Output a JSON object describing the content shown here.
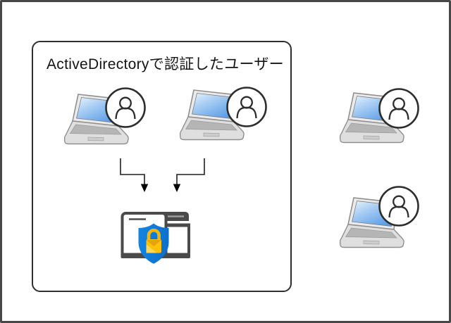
{
  "diagram": {
    "group_box": {
      "label": "ActiveDirectoryで認証したユーザー"
    },
    "nodes": {
      "authenticated_users": [
        {
          "id": "ad-user-1",
          "icon": "laptop-user-icon"
        },
        {
          "id": "ad-user-2",
          "icon": "laptop-user-icon"
        }
      ],
      "external_users": [
        {
          "id": "external-user-1",
          "icon": "laptop-user-icon"
        },
        {
          "id": "external-user-2",
          "icon": "laptop-user-icon"
        }
      ],
      "target": {
        "id": "protected-browser",
        "icon": "browser-shield-lock-icon"
      }
    },
    "edges": [
      {
        "from": "ad-user-1",
        "to": "protected-browser",
        "type": "elbow-arrow"
      },
      {
        "from": "ad-user-2",
        "to": "protected-browser",
        "type": "elbow-arrow"
      }
    ],
    "colors": {
      "outer_border": "#474747",
      "box_border": "#2f2f2f",
      "shield_blue": "#1079d6",
      "lock_gold": "#fdc10d",
      "window_gray": "#4a4a4a",
      "laptop_screen_blue": "#5a9ce7",
      "laptop_gray": "#dfdfdf",
      "user_outline": "#2d2d2d",
      "arrow": "#1f1f1f"
    }
  }
}
